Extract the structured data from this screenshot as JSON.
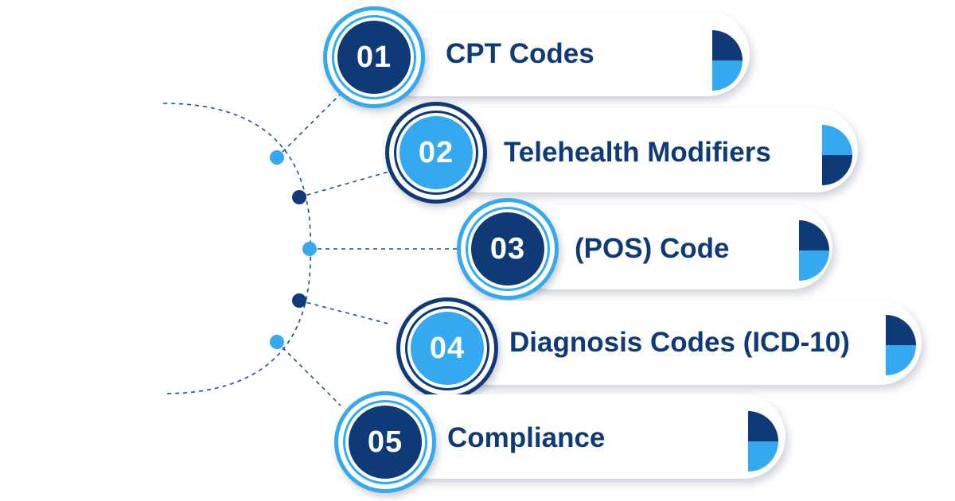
{
  "colors": {
    "navy": "#0e3a78",
    "cyan": "#35a9f0",
    "dash": "#1e4f8c"
  },
  "steps": [
    {
      "number": "01",
      "label": "CPT Codes",
      "badge_color": "navy",
      "marker_top_color": "navy",
      "marker_bottom_color": "cyan"
    },
    {
      "number": "02",
      "label": "Telehealth Modifiers",
      "badge_color": "cyan",
      "marker_top_color": "cyan",
      "marker_bottom_color": "navy"
    },
    {
      "number": "03",
      "label": "(POS) Code",
      "badge_color": "navy",
      "marker_top_color": "navy",
      "marker_bottom_color": "cyan"
    },
    {
      "number": "04",
      "label": "Diagnosis Codes (ICD-10)",
      "badge_color": "cyan",
      "marker_top_color": "navy",
      "marker_bottom_color": "cyan"
    },
    {
      "number": "05",
      "label": "Compliance",
      "badge_color": "navy",
      "marker_top_color": "navy",
      "marker_bottom_color": "cyan"
    }
  ]
}
